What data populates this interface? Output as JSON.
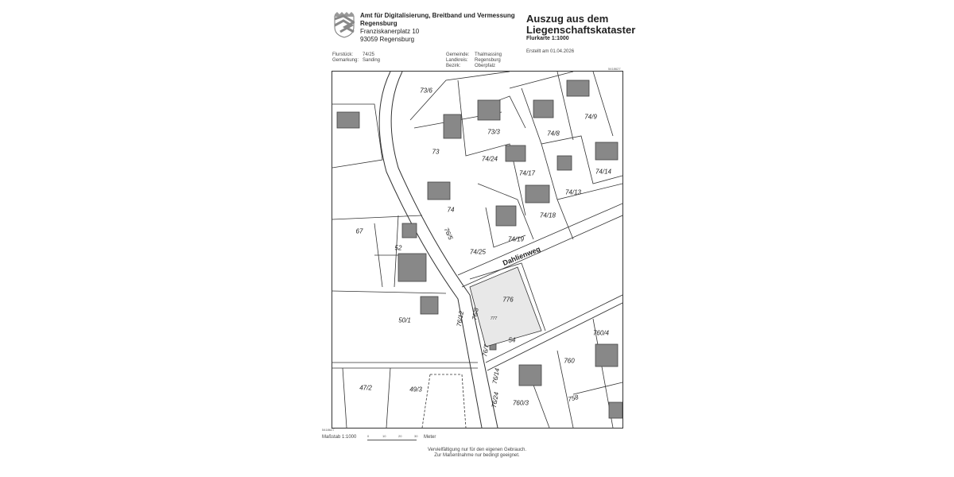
{
  "header": {
    "office": "Amt für Digitalisierung, Breitband und Vermessung",
    "office_city": "Regensburg",
    "street": "Franziskanerplatz 10",
    "zip_city": "93059 Regensburg",
    "title_line1": "Auszug aus dem",
    "title_line2": "Liegenschaftskataster",
    "subtitle": "Flurkarte 1:1000",
    "created": "Erstellt am 01.04.2026"
  },
  "meta": {
    "flurstueck_label": "Flurstück:",
    "flurstueck": "74/25",
    "gemarkung_label": "Gemarkung:",
    "gemarkung": "Sanding",
    "gemeinde_label": "Gemeinde:",
    "gemeinde": "Thalmassing",
    "landkreis_label": "Landkreis:",
    "landkreis": "Regensburg",
    "bezirk_label": "Bezirk:",
    "bezirk": "Oberpfalz"
  },
  "map": {
    "coord_top": "5418627",
    "coord_bottom": "5418627",
    "street": "Dahlienweg",
    "parcels": [
      "73/6",
      "73/3",
      "74/9",
      "73",
      "74/24",
      "74/17",
      "74/8",
      "74/14",
      "74/13",
      "74",
      "74/18",
      "67",
      "52",
      "74/19",
      "74/25",
      "76/5",
      "776",
      "777",
      "50/1",
      "76/12",
      "76/8",
      "76/7",
      "54",
      "760/4",
      "760",
      "47/2",
      "49/3",
      "76/14",
      "76/24",
      "758",
      "760/3"
    ]
  },
  "footer": {
    "scale_label": "Maßstab 1:1000",
    "scale_ticks": [
      "0",
      "10",
      "20",
      "30"
    ],
    "unit": "Meter",
    "note1": "Vervielfältigung nur für den eigenen Gebrauch.",
    "note2": "Zur Maßentnahme nur bedingt geeignet."
  }
}
